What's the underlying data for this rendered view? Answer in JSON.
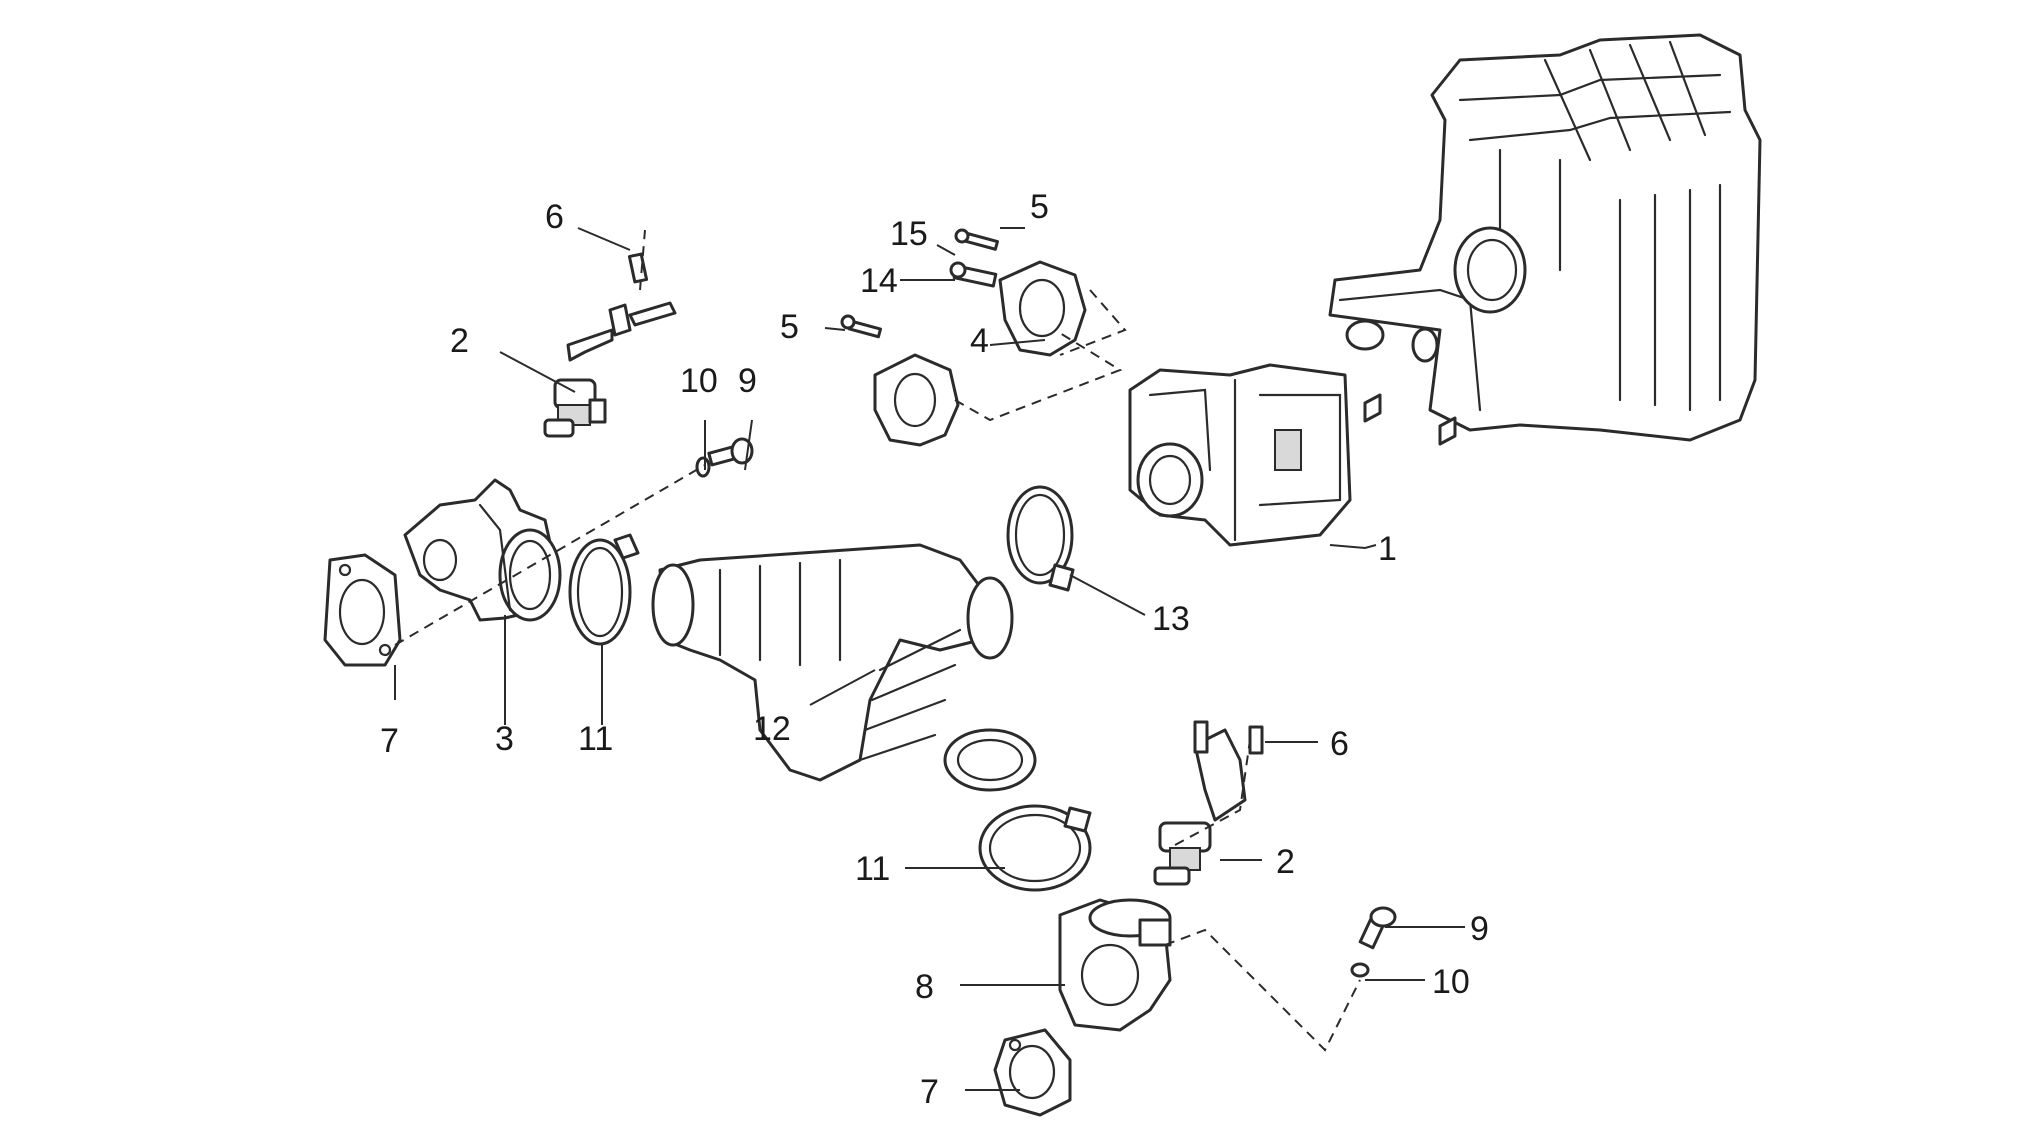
{
  "diagram": {
    "callouts": [
      {
        "id": "c1",
        "text": "1"
      },
      {
        "id": "c2a",
        "text": "2"
      },
      {
        "id": "c2b",
        "text": "2"
      },
      {
        "id": "c3",
        "text": "3"
      },
      {
        "id": "c4",
        "text": "4"
      },
      {
        "id": "c5a",
        "text": "5"
      },
      {
        "id": "c5b",
        "text": "5"
      },
      {
        "id": "c6a",
        "text": "6"
      },
      {
        "id": "c6b",
        "text": "6"
      },
      {
        "id": "c7a",
        "text": "7"
      },
      {
        "id": "c7b",
        "text": "7"
      },
      {
        "id": "c8",
        "text": "8"
      },
      {
        "id": "c9a",
        "text": "9"
      },
      {
        "id": "c9b",
        "text": "9"
      },
      {
        "id": "c10a",
        "text": "10"
      },
      {
        "id": "c10b",
        "text": "10"
      },
      {
        "id": "c11a",
        "text": "11"
      },
      {
        "id": "c11b",
        "text": "11"
      },
      {
        "id": "c12",
        "text": "12"
      },
      {
        "id": "c13",
        "text": "13"
      },
      {
        "id": "c14",
        "text": "14"
      },
      {
        "id": "c15",
        "text": "15"
      }
    ]
  }
}
